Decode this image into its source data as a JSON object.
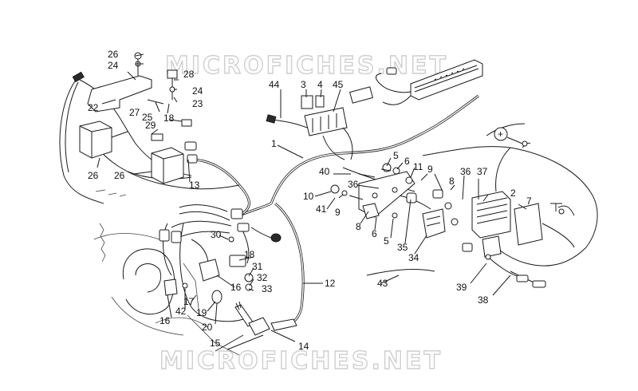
{
  "watermarks": [
    "MICROFICHES.NET",
    "MICROFICHES.NET"
  ],
  "symbol": "+",
  "labels": [
    "26",
    "24",
    "22",
    "27",
    "25",
    "28",
    "24",
    "23",
    "29",
    "18",
    "26",
    "26",
    "13",
    "44",
    "3",
    "4",
    "45",
    "1",
    "5",
    "6",
    "11",
    "9",
    "40",
    "36",
    "8",
    "36",
    "37",
    "10",
    "41",
    "9",
    "8",
    "6",
    "5",
    "35",
    "34",
    "2",
    "7",
    "30",
    "18",
    "31",
    "32",
    "33",
    "16",
    "17",
    "42",
    "19",
    "20",
    "16",
    "15",
    "14",
    "12",
    "43",
    "39",
    "38"
  ],
  "colors": {
    "ink": "#1a1a1a",
    "watermark": "#cfcfcf",
    "background": "#ffffff"
  }
}
